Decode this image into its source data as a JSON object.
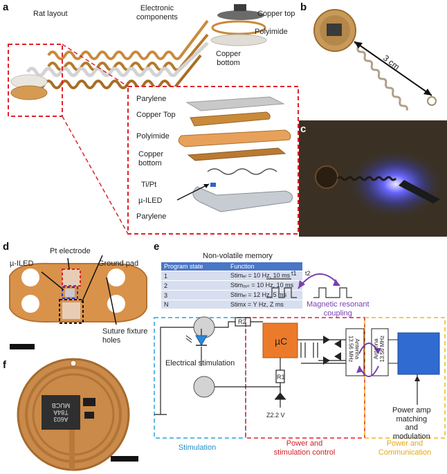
{
  "panels": {
    "a": "a",
    "b": "b",
    "c": "c",
    "d": "d",
    "e": "e",
    "f": "f"
  },
  "panel_a": {
    "rat_layout": "Rat layout",
    "electronic_components": "Electronic\ncomponents",
    "copper_top": "Copper top",
    "polyimide": "Polyimide",
    "copper_bottom": "Copper\nbottom",
    "inset": {
      "parylene_top": "Parylene",
      "copper_top": "Copper Top",
      "polyimide": "Polyimide",
      "copper_bottom": "Copper\nbottom",
      "ti_pt": "Ti/Pt",
      "uiled": "µ-ILED",
      "parylene_bottom": "Parylene"
    }
  },
  "panel_b": {
    "length": "3 cm"
  },
  "panel_d": {
    "pt_electrode": "Pt electrode",
    "uiled": "µ-ILED",
    "ground_pad": "Ground pad",
    "suture": "Suture fixture\nholes"
  },
  "panel_e": {
    "memory_title": "Non-volatile memory",
    "table_headers": [
      "Program state",
      "Function"
    ],
    "table_rows": [
      [
        "1",
        "Stimₑₗ = 10 Hz, 10 ms"
      ],
      [
        "2",
        "Stimₒₚₜ = 10 Hz, 10 ms"
      ],
      [
        "3",
        "Stimₑₗ = 12 Hz, 5 ms"
      ],
      [
        "N",
        "Stimx = Y Hz, Z ms"
      ]
    ],
    "t1": "t1",
    "t2": "t2",
    "magnetic": "Magnetic resonant\ncoupling",
    "r2": "R2",
    "r1": "R1",
    "uc": "µC",
    "antenna_left": "Antenna\n13.56 MHz",
    "antenna_right": "Antenna\n13.56 MHz",
    "electrical_stim": "Electrical stimulation",
    "zener": "Z2.2 V",
    "power_amp": "Power amp\nmatching\nand\nmodulation",
    "sec_stimulation": "Stimulation",
    "sec_power_stim": "Power and\nstimulation control",
    "sec_power_comm": "Power and\nCommunication",
    "colors": {
      "blue": "#29a3dc",
      "red": "#e0202a",
      "yellow": "#f2b51c",
      "uc": "#ec7a2b",
      "amp": "#2f6bd1",
      "purple": "#7a3fb0"
    }
  }
}
